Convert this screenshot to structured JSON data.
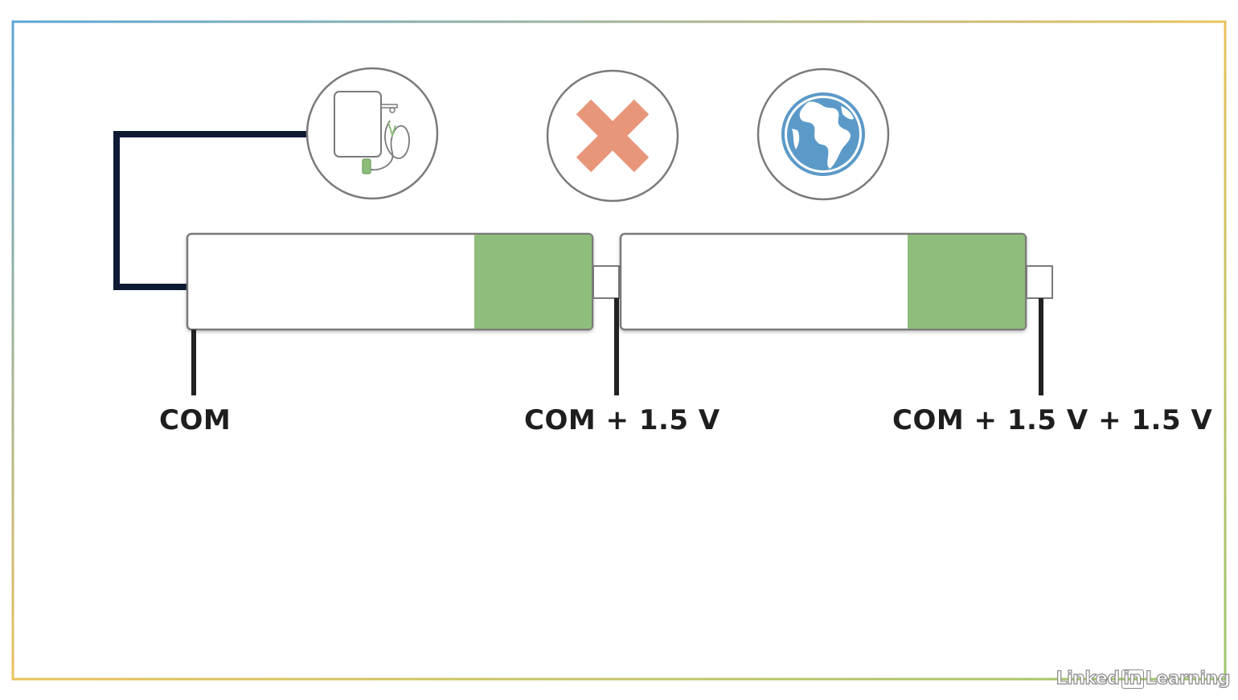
{
  "labels": {
    "com": "COM",
    "com_plus_one": "COM + 1.5 V",
    "com_plus_two": "COM + 1.5 V + 1.5 V"
  },
  "icons": {
    "power_adapter": "power-adapter-icon",
    "no_connection": "x-mark-icon",
    "earth": "globe-icon"
  },
  "watermark": {
    "left": "Linked",
    "box": "in",
    "right": "Learning"
  },
  "colors": {
    "battery_charge": "#8ebd7b",
    "x_mark": "#e8967a",
    "globe": "#5b9ac8",
    "wire": "#0f1a33",
    "terminal": "#222222",
    "outline": "#7a7a7a"
  }
}
